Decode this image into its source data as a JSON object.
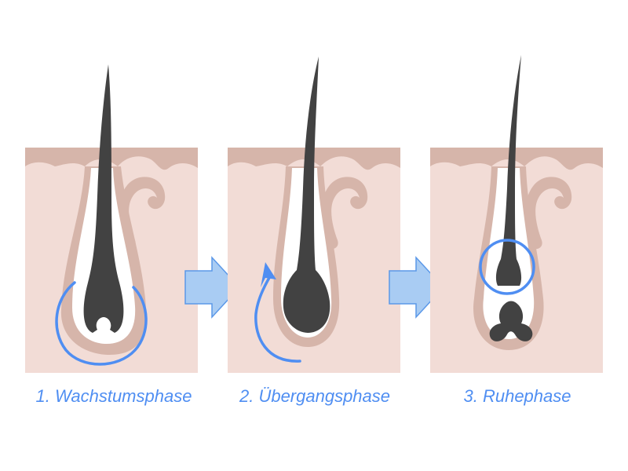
{
  "colors": {
    "skin": "#f2dcd6",
    "skin_dark": "#d6b5aa",
    "sheath": "#ffffff",
    "hair": "#424242",
    "accent": "#4f8ef2",
    "arrow_fill": "#a9ccf3",
    "arrow_stroke": "#5b98e8"
  },
  "icons": {
    "phase_arrow": "arrow-right-icon",
    "growth_marker": "circle-highlight-icon",
    "transition_marker": "curved-arrow-icon",
    "rest_marker": "circle-highlight-icon"
  },
  "phases": [
    {
      "label": "1. Wachstumsphase"
    },
    {
      "label": "2. Übergangsphase"
    },
    {
      "label": "3. Ruhephase"
    }
  ]
}
